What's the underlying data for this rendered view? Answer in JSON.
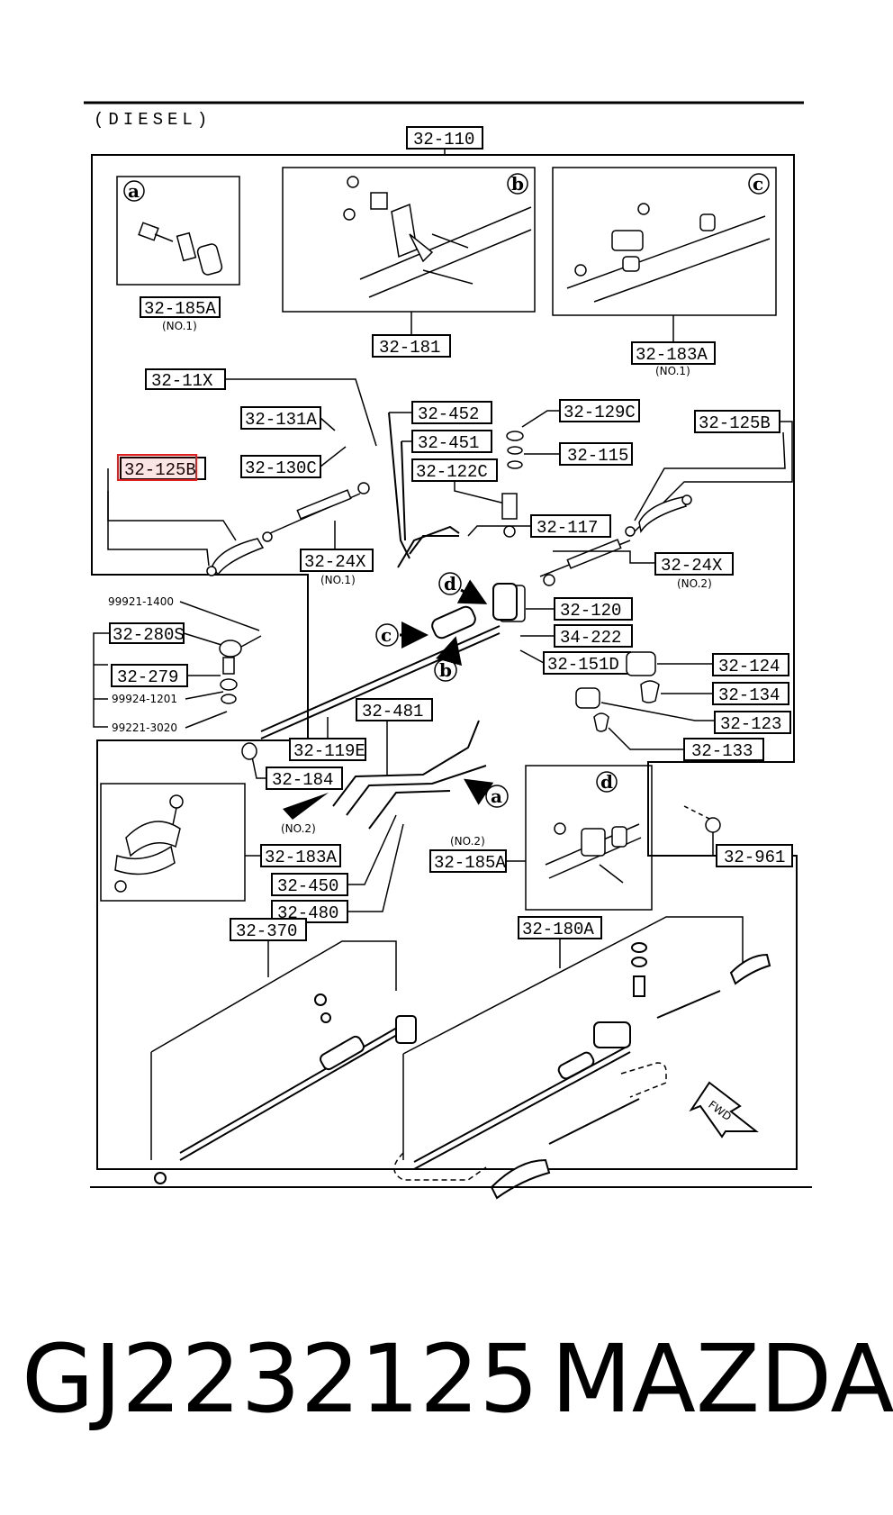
{
  "diagram": {
    "heading": "(DIESEL)",
    "labels": {
      "l32_110": "32-110",
      "l32_185A_1": "32-185A",
      "l32_181": "32-181",
      "l32_183A_1": "32-183A",
      "l32_11X": "32-11X",
      "l32_131A": "32-131A",
      "l32_130C": "32-130C",
      "l32_125B_left": "32-125B",
      "l32_452": "32-452",
      "l32_451": "32-451",
      "l32_122C": "32-122C",
      "l32_129C": "32-129C",
      "l32_115": "32-115",
      "l32_125B_right": "32-125B",
      "l32_117": "32-117",
      "l32_24X_1": "32-24X",
      "l32_24X_2": "32-24X",
      "l32_120": "32-120",
      "l34_222": "34-222",
      "l32_151D": "32-151D",
      "l32_280S": "32-280S",
      "l32_279": "32-279",
      "l32_124": "32-124",
      "l32_134": "32-134",
      "l32_123": "32-123",
      "l32_133": "32-133",
      "l32_481": "32-481",
      "l32_119E": "32-119E",
      "l32_184": "32-184",
      "l32_183A_2": "32-183A",
      "l32_450": "32-450",
      "l32_480": "32-480",
      "l32_185A_2": "32-185A",
      "l32_961": "32-961",
      "l32_370": "32-370",
      "l32_180A": "32-180A"
    },
    "notes": {
      "no1_a": "(NO.1)",
      "no1_b": "(NO.1)",
      "no1_c": "(NO.1)",
      "no2_a": "(NO.2)",
      "no2_b": "(NO.2)",
      "no2_c": "(NO.2)"
    },
    "part_numbers": {
      "p1": "99921-1400",
      "p2": "99924-1201",
      "p3": "99221-3020"
    },
    "callouts": {
      "a": "a",
      "b": "b",
      "c": "c",
      "d": "d"
    },
    "fwd": "FWD"
  },
  "caption": {
    "part_number": "GJ2232125",
    "brand": "MAZDA"
  },
  "colors": {
    "highlight": "#e02020",
    "ink": "#000000"
  }
}
